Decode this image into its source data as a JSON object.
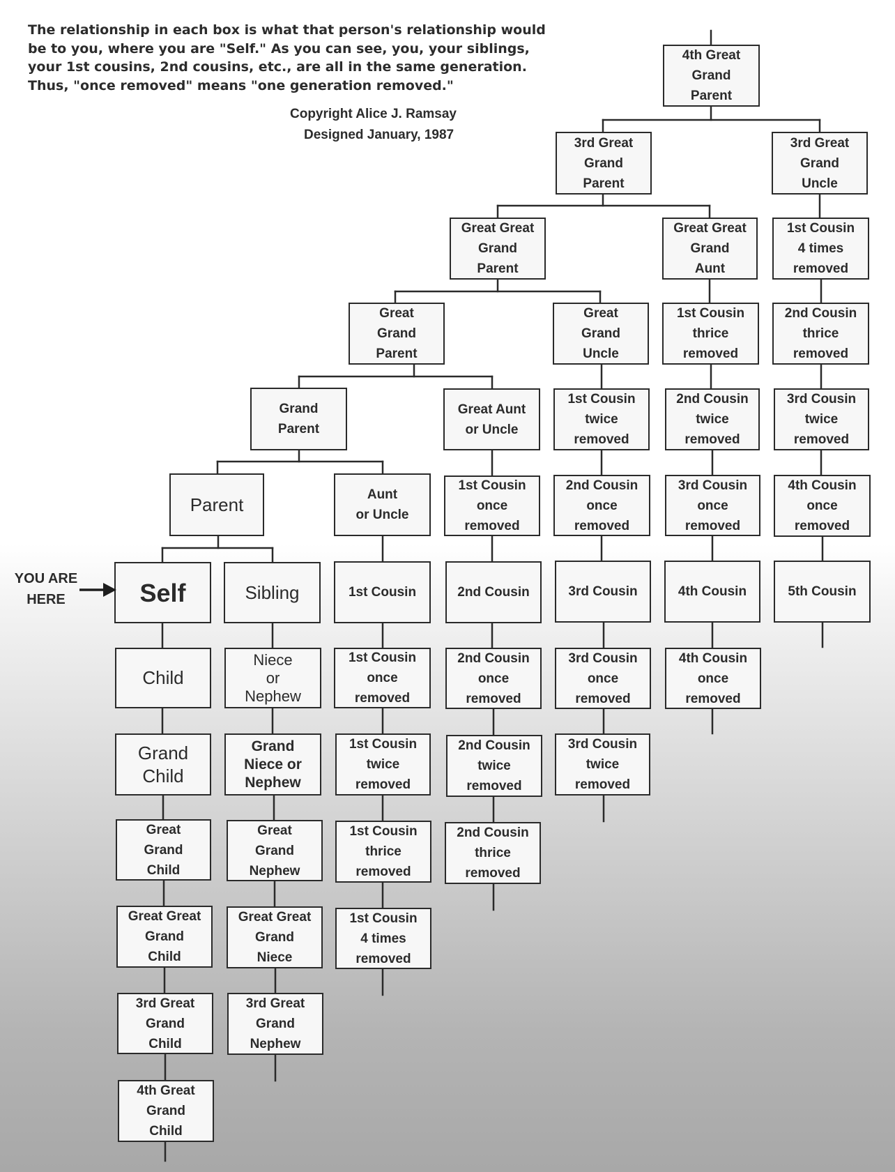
{
  "intro_text": "The relationship in each box is what that person's relationship would be to you, where you are \"Self.\"  As you can see, you, your siblings, your 1st cousins, 2nd cousins, etc., are all in the same generation.  Thus, \"once removed\" means \"one generation removed.\"",
  "copyright_line": "Copyright Alice J. Ramsay",
  "designed_line": "Designed January, 1987",
  "you_are_here": "YOU ARE\nHERE",
  "boxes": {
    "great4_grandparent": "4th Great\nGrand\nParent",
    "great3_grandparent": "3rd Great\nGrand\nParent",
    "great3_granduncle": "3rd Great\nGrand\nUncle",
    "great2_grandparent": "Great Great\nGrand\nParent",
    "great2_grandaunt": "Great Great\nGrand\nAunt",
    "cousin1_4x_up": "1st Cousin\n4 times\nremoved",
    "great_grandparent": "Great\nGrand\nParent",
    "great_granduncle": "Great\nGrand\nUncle",
    "cousin1_3x_up": "1st Cousin\nthrice\nremoved",
    "cousin2_3x_up": "2nd Cousin\nthrice\nremoved",
    "grandparent": "Grand\nParent",
    "great_aunt_uncle": "Great Aunt\nor Uncle",
    "cousin1_2x_up": "1st Cousin\ntwice\nremoved",
    "cousin2_2x_up": "2nd Cousin\ntwice\nremoved",
    "cousin3_2x_up": "3rd Cousin\ntwice\nremoved",
    "parent": "Parent",
    "aunt_uncle": "Aunt\nor Uncle",
    "cousin1_1x_up": "1st Cousin\nonce\nremoved",
    "cousin2_1x_up": "2nd Cousin\nonce\nremoved",
    "cousin3_1x_up": "3rd Cousin\nonce\nremoved",
    "cousin4_1x_up": "4th Cousin\nonce\nremoved",
    "self": "Self",
    "sibling": "Sibling",
    "cousin1": "1st Cousin",
    "cousin2": "2nd Cousin",
    "cousin3": "3rd Cousin",
    "cousin4": "4th Cousin",
    "cousin5": "5th Cousin",
    "child": "Child",
    "niece_nephew": "Niece\nor\nNephew",
    "cousin1_1x_down": "1st Cousin\nonce\nremoved",
    "cousin2_1x_down": "2nd Cousin\nonce\nremoved",
    "cousin3_1x_down": "3rd Cousin\nonce\nremoved",
    "cousin4_1x_down": "4th Cousin\nonce\nremoved",
    "grandchild": "Grand\nChild",
    "grand_niece_nephew": "Grand\nNiece or\nNephew",
    "cousin1_2x_down": "1st Cousin\ntwice\nremoved",
    "cousin2_2x_down": "2nd Cousin\ntwice\nremoved",
    "cousin3_2x_down": "3rd Cousin\ntwice\nremoved",
    "great_grandchild": "Great\nGrand\nChild",
    "great_grandnephew": "Great\nGrand\nNephew",
    "cousin1_3x_down": "1st Cousin\nthrice\nremoved",
    "cousin2_3x_down": "2nd Cousin\nthrice\nremoved",
    "great2_grandchild": "Great Great\nGrand\nChild",
    "great2_grandniece": "Great Great\nGrand\nNiece",
    "cousin1_4x_down": "1st Cousin\n4 times\nremoved",
    "great3_grandchild": "3rd Great\nGrand\nChild",
    "great3_grandnephew": "3rd Great\nGrand\nNephew",
    "great4_grandchild": "4th Great\nGrand\nChild"
  }
}
